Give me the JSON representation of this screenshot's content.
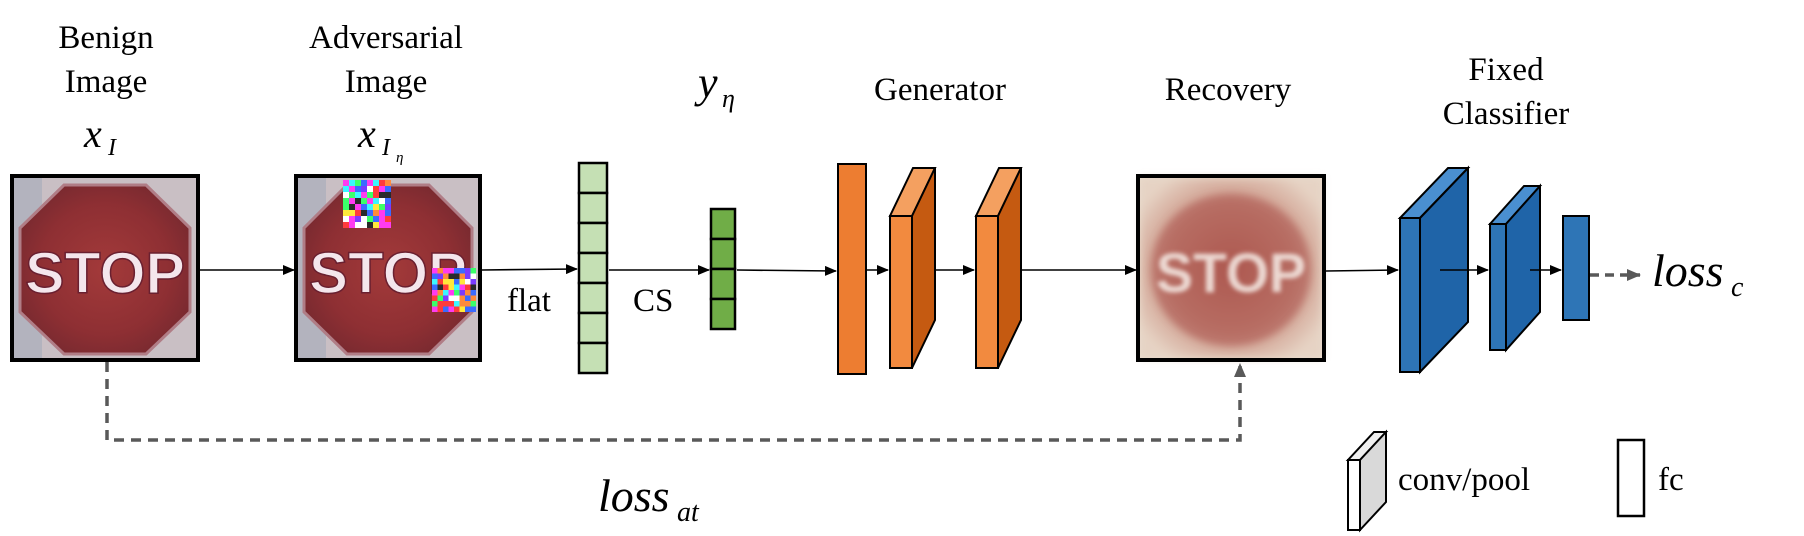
{
  "labels": {
    "benign_line1": "Benign",
    "benign_line2": "Image",
    "benign_math": "x",
    "benign_math_sub": "I",
    "adv_line1": "Adversarial",
    "adv_line2": "Image",
    "adv_math": "x",
    "adv_math_sub": "I",
    "adv_math_subsub": "η",
    "y_eta": "y",
    "y_eta_sub": "η",
    "generator": "Generator",
    "recovery": "Recovery",
    "fixed_line1": "Fixed",
    "fixed_line2": "Classifier",
    "flat": "flat",
    "cs": "CS",
    "loss_c": "loss",
    "loss_c_sub": "c",
    "loss_at": "loss",
    "loss_at_sub": "at"
  },
  "stop_sign_text": "STOP",
  "legend": {
    "conv_pool": "conv/pool",
    "fc": "fc"
  },
  "colors": {
    "flat_vector": "#c5e0b4",
    "cs_vector": "#70ad47",
    "generator": "#ed7d31",
    "generator_side": "#c55a11",
    "classifier": "#2e75b6",
    "classifier_side": "#1f4e79",
    "legend_face": "#d9d9d9",
    "dashed_line": "#595959"
  }
}
